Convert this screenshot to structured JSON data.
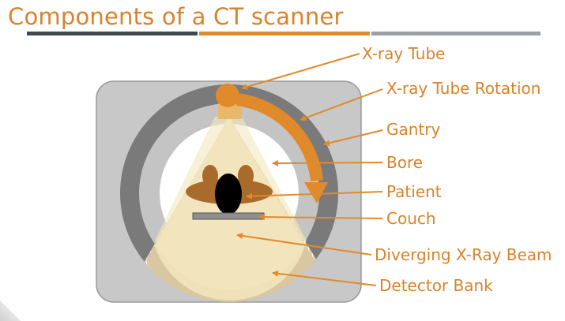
{
  "slide": {
    "title": "Components of a CT scanner"
  },
  "labels": {
    "xray_tube": "X-ray Tube",
    "xray_tube_rotation": "X-ray Tube Rotation",
    "gantry": "Gantry",
    "bore": "Bore",
    "patient": "Patient",
    "couch": "Couch",
    "diverging_beam": "Diverging X-Ray Beam",
    "detector_bank": "Detector Bank"
  },
  "colors": {
    "accent": "#e08a2c",
    "accent_text": "#d9822b",
    "gantry_outer": "#c8c8c8",
    "gantry_ring": "#7a7a7a",
    "bore_ring": "#bdbdbd",
    "beam": "#efe2b8",
    "detector": "#e9cf9b",
    "patient": "#a86b2c",
    "couch": "#8f8f8f",
    "underline_dark": "#3d4a4f",
    "underline_orange": "#e08a2c",
    "underline_gray": "#9aa0a6"
  }
}
